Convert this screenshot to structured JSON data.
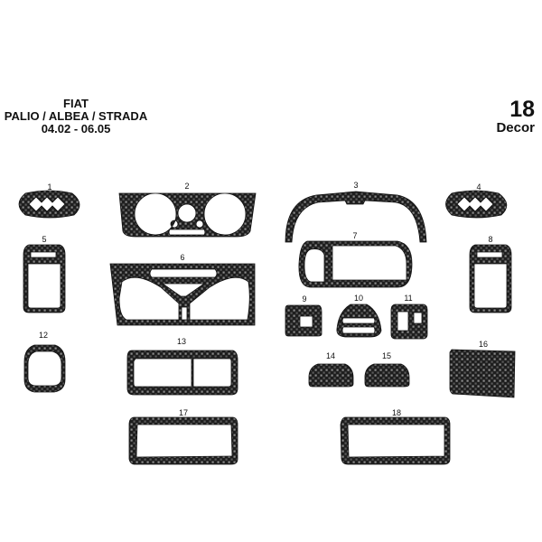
{
  "header": {
    "brand": "FIAT",
    "models": "PALIO / ALBEA / STRADA",
    "years": "04.02 - 06.05"
  },
  "kit": {
    "piece_count": "18",
    "label": "Decor"
  },
  "colors": {
    "carbon_dark": "#1e1e1e",
    "carbon_light": "#8a8a8a",
    "text": "#111111"
  },
  "pieces": [
    {
      "label": "1"
    },
    {
      "label": "2"
    },
    {
      "label": "3"
    },
    {
      "label": "4"
    },
    {
      "label": "5"
    },
    {
      "label": "6"
    },
    {
      "label": "7"
    },
    {
      "label": "8"
    },
    {
      "label": "9"
    },
    {
      "label": "10"
    },
    {
      "label": "11"
    },
    {
      "label": "12"
    },
    {
      "label": "13"
    },
    {
      "label": "14"
    },
    {
      "label": "15"
    },
    {
      "label": "16"
    },
    {
      "label": "17"
    },
    {
      "label": "18"
    }
  ]
}
